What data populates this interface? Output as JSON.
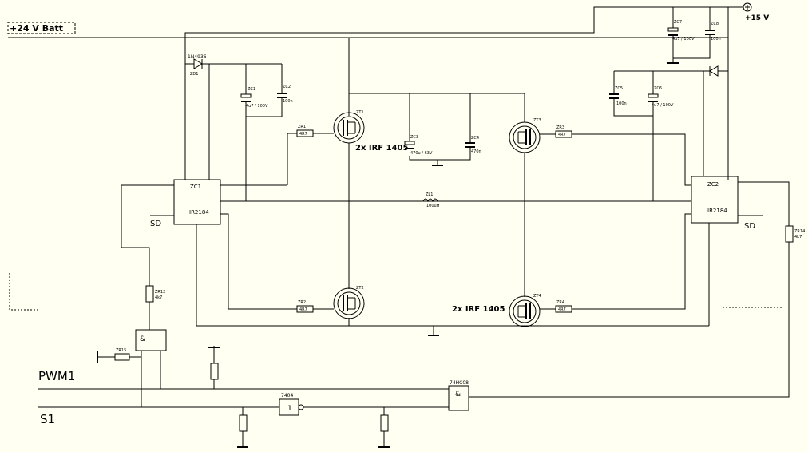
{
  "labels": {
    "batt": "+24 V Batt",
    "plus15": "+15 V",
    "pwm1": "PWM1",
    "s1": "S1",
    "sd_left": "SD",
    "sd_right": "SD",
    "mosfet_top": "2x IRF 1405",
    "mosfet_bottom": "2x IRF 1405"
  },
  "ics": {
    "zc1_name": "ZC1",
    "zc1_type": "IR2184",
    "zc2_name": "ZC2",
    "zc2_type": "IR2184",
    "and1_symbol": "&",
    "and2_symbol": "&",
    "and2_type": "74HC08",
    "inv_symbol": "1",
    "inv_type": "7404"
  },
  "components": {
    "d1": "1N4936",
    "d1_ref": "ZD1",
    "c1_ref": "ZC1",
    "c1_val": "4u7 / 100V",
    "c2_ref": "ZC2",
    "c2_val": "100n",
    "c3_ref": "ZC3",
    "c3_val": "470u / 63V",
    "c4_ref": "ZC4",
    "c4_val": "470n",
    "c7_ref": "ZC7",
    "c7_val": "4u7 / 100V",
    "c8_ref": "ZC8",
    "c8_val": "100n",
    "c5_ref": "ZC5",
    "c5_val": "100n",
    "c6_ref": "ZC6",
    "c6_val": "4u7 / 100V",
    "l1_ref": "ZL1",
    "l1_val": "100uH",
    "r1_val": "4R7",
    "r2_val": "4R7",
    "r3_val": "4R7",
    "r4_val": "4R7",
    "r1_ref": "ZR1",
    "r2_ref": "ZR2",
    "r3_ref": "ZR3",
    "r4_ref": "ZR4",
    "r12_ref": "ZR12",
    "r12_val": "4k7",
    "r14_ref": "ZR14",
    "r14_val": "4k7",
    "r15_ref": "ZR15",
    "t1": "ZT1",
    "t2": "ZT2",
    "t3": "ZT3",
    "t4": "ZT4"
  }
}
